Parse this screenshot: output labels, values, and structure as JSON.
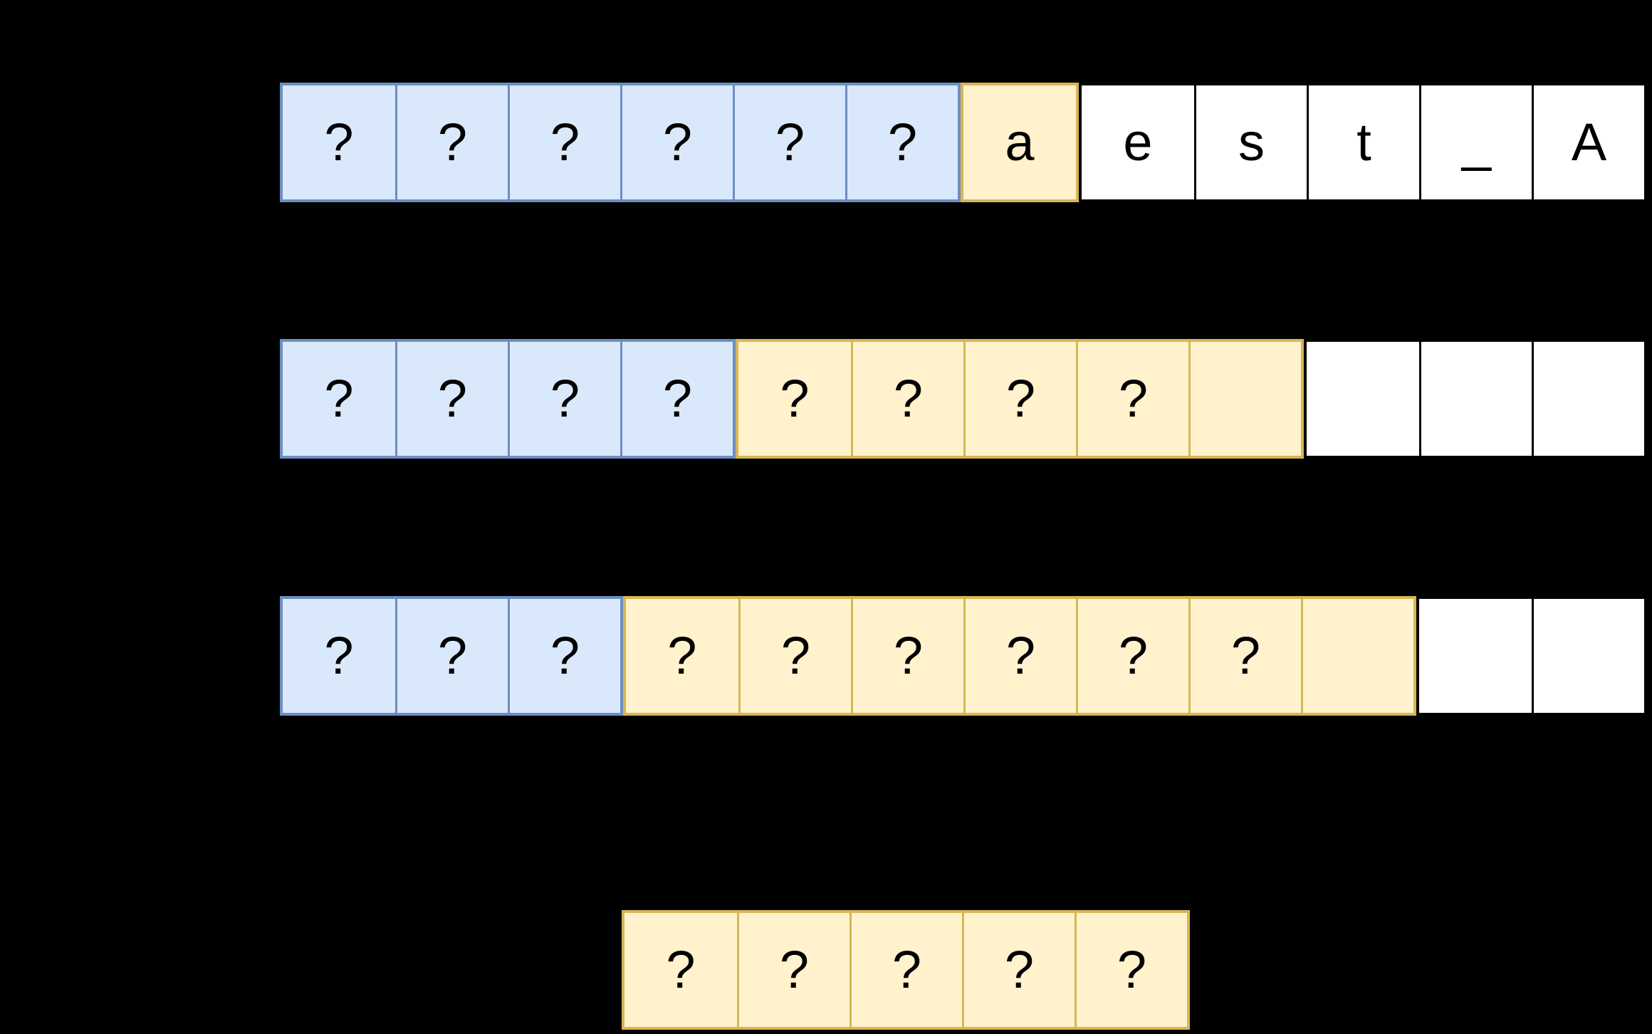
{
  "colors": {
    "background": "#000000",
    "text": "#000000",
    "blue_fill": "#DAE8FC",
    "blue_stroke": "#6C8EBF",
    "yellow_fill": "#FFF2CC",
    "yellow_stroke": "#D6B656",
    "white_fill": "#FFFFFF",
    "white_stroke": "#000000"
  },
  "cell_glyphs": {
    "unknown": "?",
    "empty": ""
  },
  "rows": [
    {
      "name": "sequence-row-1",
      "groups": [
        {
          "style": "blue",
          "role": "masked-context",
          "cells": [
            "?",
            "?",
            "?",
            "?",
            "?",
            "?"
          ]
        },
        {
          "style": "yellow",
          "role": "predicted-token",
          "cells": [
            "a"
          ]
        },
        {
          "style": "white",
          "role": "visible-letters",
          "cells": [
            "e",
            "s",
            "t",
            "_",
            "A"
          ]
        }
      ]
    },
    {
      "name": "sequence-row-2",
      "groups": [
        {
          "style": "blue",
          "role": "masked-context",
          "cells": [
            "?",
            "?",
            "?",
            "?"
          ]
        },
        {
          "style": "yellow",
          "role": "predicted-tokens",
          "cells": [
            "?",
            "?",
            "?",
            "?",
            ""
          ]
        },
        {
          "style": "white",
          "role": "visible-letters",
          "cells": [
            "",
            "",
            ""
          ]
        }
      ]
    },
    {
      "name": "sequence-row-3",
      "groups": [
        {
          "style": "blue",
          "role": "masked-context",
          "cells": [
            "?",
            "?",
            "?"
          ]
        },
        {
          "style": "yellow",
          "role": "predicted-tokens",
          "cells": [
            "?",
            "?",
            "?",
            "?",
            "?",
            "?",
            ""
          ]
        },
        {
          "style": "white",
          "role": "visible-letters",
          "cells": [
            "",
            ""
          ]
        }
      ]
    },
    {
      "name": "sequence-row-4",
      "groups": [
        {
          "style": "yellow",
          "role": "predicted-tokens",
          "cells": [
            "?",
            "?",
            "?",
            "?",
            "?"
          ]
        }
      ]
    }
  ]
}
